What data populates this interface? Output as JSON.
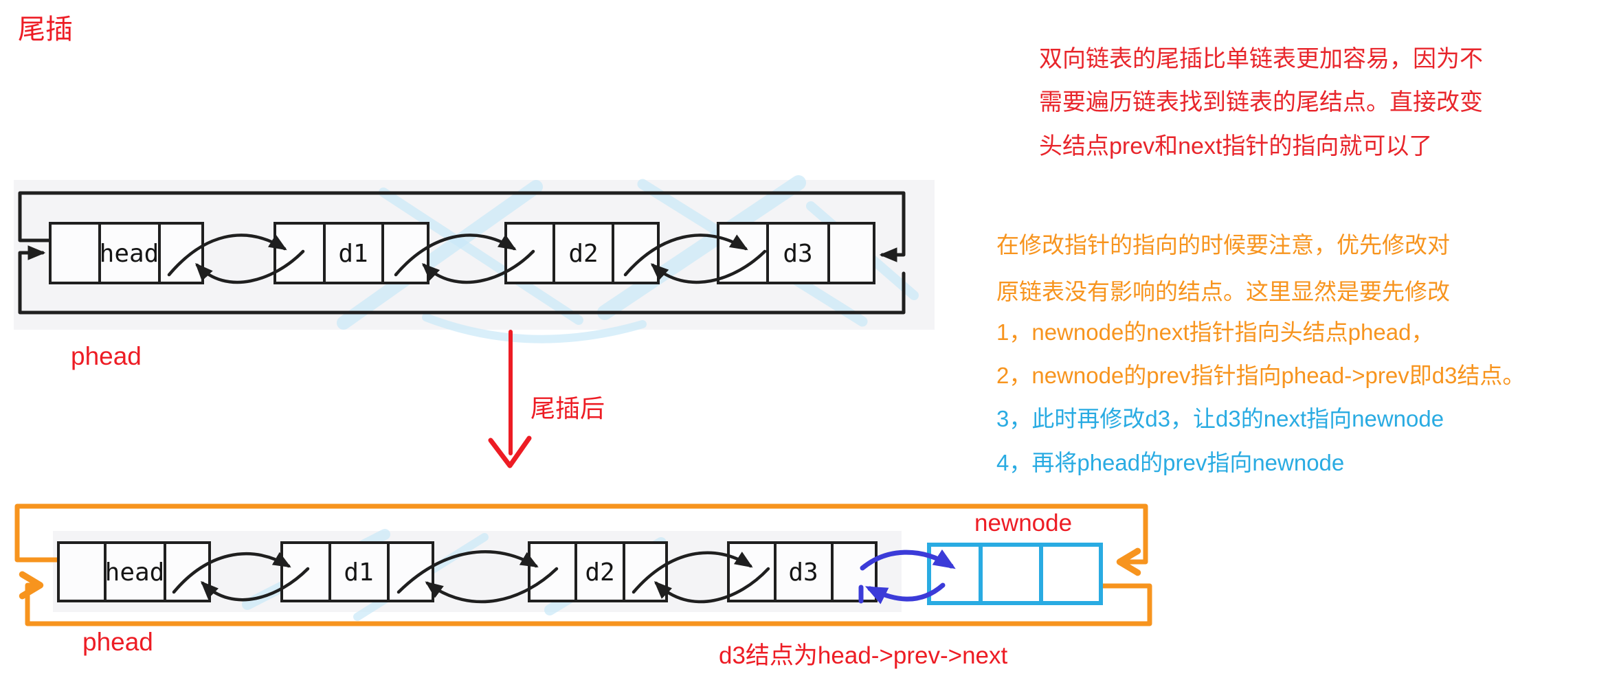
{
  "title": "尾插",
  "intro_note": {
    "lines": [
      "双向链表的尾插比单链表更加容易，因为不",
      "需要遍历链表找到链表的尾结点。直接改变",
      "头结点prev和next指针的指向就可以了"
    ]
  },
  "steps_note": {
    "lines": [
      {
        "text": "在修改指针的指向的时候要注意，优先修改对",
        "tone": "orange"
      },
      {
        "text": "原链表没有影响的结点。这里显然是要先修改",
        "tone": "orange"
      },
      {
        "text": "1，newnode的next指针指向头结点phead，",
        "tone": "orange"
      },
      {
        "text": "2，newnode的prev指针指向phead->prev即d3结点。",
        "tone": "orange"
      },
      {
        "text": "3，此时再修改d3，让d3的next指向newnode",
        "tone": "blue"
      },
      {
        "text": "4，再将phead的prev指向newnode",
        "tone": "blue"
      }
    ]
  },
  "transition_label": "尾插后",
  "top_diagram": {
    "pointer_label": "phead",
    "nodes": [
      {
        "label": "head"
      },
      {
        "label": "d1"
      },
      {
        "label": "d2"
      },
      {
        "label": "d3"
      }
    ]
  },
  "bottom_diagram": {
    "pointer_label": "phead",
    "new_node_label": "newnode",
    "caption": "d3结点为head->prev->next",
    "nodes": [
      {
        "label": "head"
      },
      {
        "label": "d1"
      },
      {
        "label": "d2"
      },
      {
        "label": "d3"
      }
    ]
  },
  "colors": {
    "red": "#ED1C24",
    "orange": "#F7941E",
    "blue": "#29ABE2",
    "indigo_arrow": "#3B3BD8",
    "ink": "#1F1F1F",
    "panel_gray": "#F4F4F6",
    "newnode_border": "#29ABE2",
    "watermark": "#C9E8F8"
  }
}
